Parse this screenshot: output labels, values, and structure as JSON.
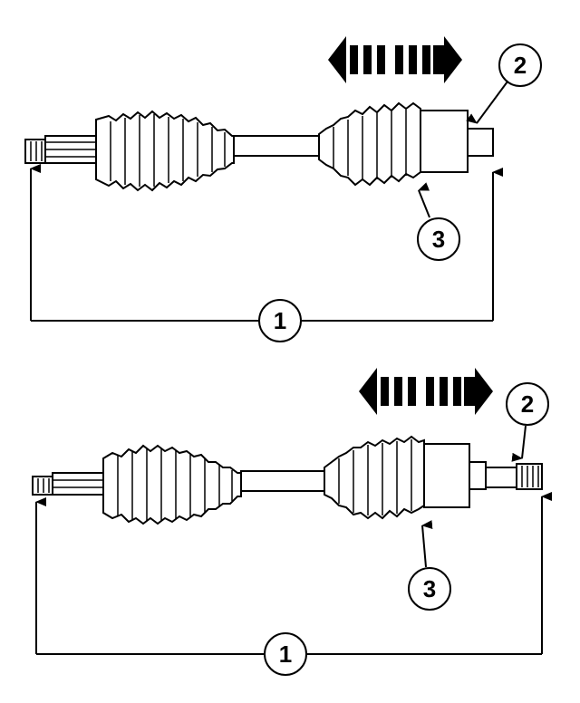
{
  "diagrams": [
    {
      "callouts": {
        "c1": "1",
        "c2": "2",
        "c3": "3"
      }
    },
    {
      "callouts": {
        "c1": "1",
        "c2": "2",
        "c3": "3"
      }
    }
  ],
  "colors": {
    "line": "#000000",
    "background": "#ffffff"
  },
  "icons": [
    "double-headed-dashed-arrow-icon",
    "arrowhead-icon",
    "callout-circle-icon"
  ]
}
